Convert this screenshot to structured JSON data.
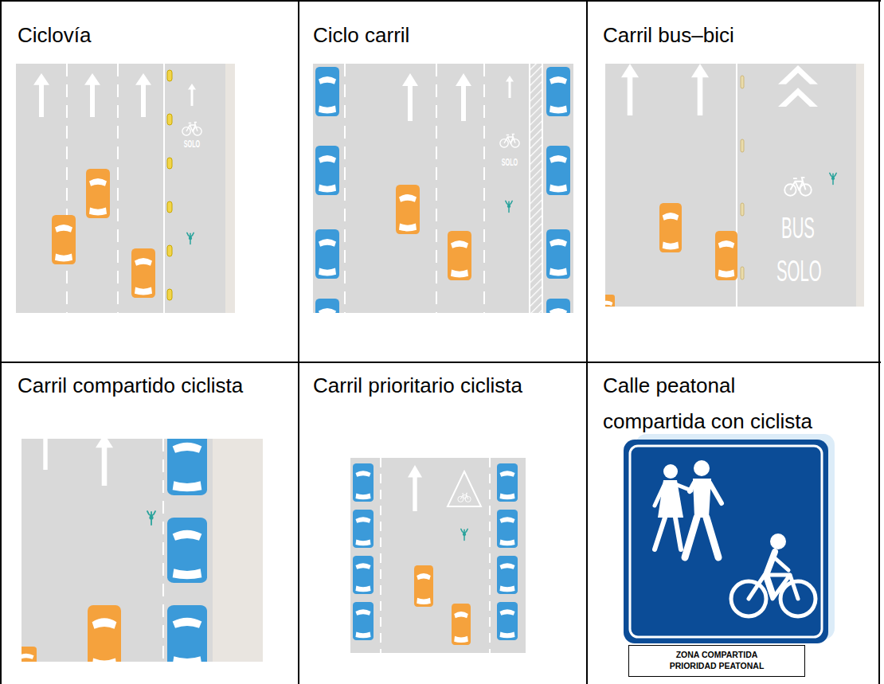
{
  "diagram": {
    "nodes": [
      {
        "text": [
          "ZONA COMPARTIDA",
          "PRIORIDAD PEATONAL"
        ]
      }
    ],
    "labels": [
      "Ciclovía",
      "SOLO",
      "Ciclo carril",
      "SOLO",
      "Carril bus–bici",
      "BUS",
      "SOLO",
      "Carril compartido ciclista",
      "Carril prioritario ciclista",
      "Calle peatonal compartida con ciclista"
    ]
  }
}
